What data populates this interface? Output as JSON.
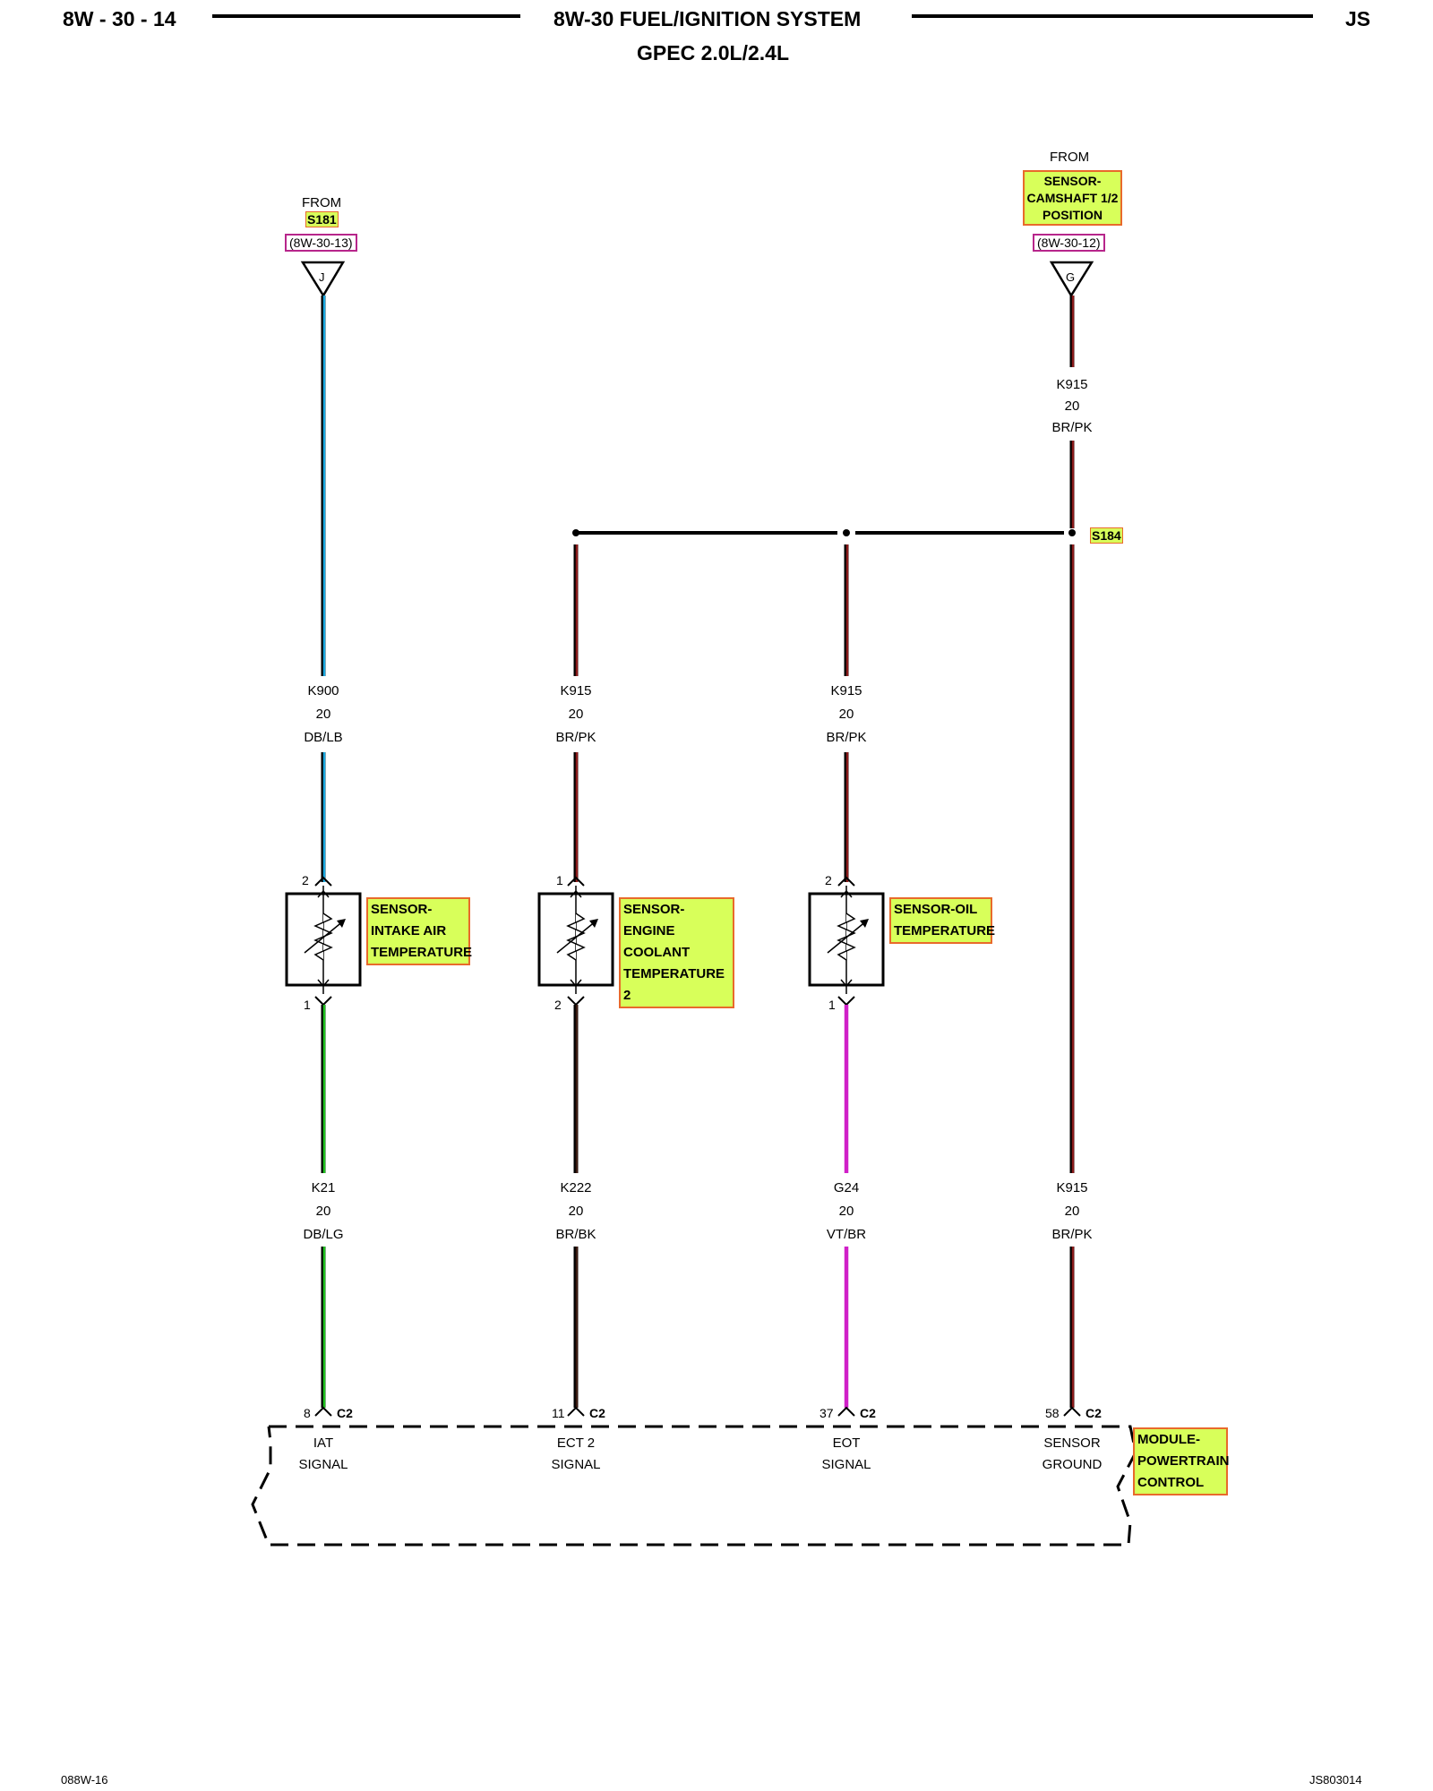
{
  "header": {
    "page_ref": "8W - 30 - 14",
    "title": "8W-30 FUEL/IGNITION SYSTEM",
    "subtitle": "GPEC 2.0L/2.4L",
    "model": "JS"
  },
  "footer": {
    "left_code": "088W-16",
    "right_code": "JS803014"
  },
  "sources": {
    "s181": {
      "from": "FROM",
      "splice": "S181",
      "ref": "(8W-30-13)",
      "connector": "J"
    },
    "cam": {
      "from": "FROM",
      "name": "SENSOR-CAMSHAFT 1/2 POSITION",
      "ref": "(8W-30-12)",
      "connector": "G"
    }
  },
  "splice_s184": "S184",
  "wires": {
    "k900_top": {
      "circuit": "K900",
      "gauge": "20",
      "color_code": "DB/LB",
      "color": "#1aa8e0"
    },
    "ect_top": {
      "circuit": "K915",
      "gauge": "20",
      "color_code": "BR/PK",
      "color": "#8a1a1a"
    },
    "eot_top": {
      "circuit": "K915",
      "gauge": "20",
      "color_code": "BR/PK",
      "color": "#8a1a1a"
    },
    "cam_top": {
      "circuit": "K915",
      "gauge": "20",
      "color_code": "BR/PK",
      "color": "#8a1a1a"
    },
    "k21": {
      "circuit": "K21",
      "gauge": "20",
      "color_code": "DB/LG",
      "color": "#1fc21f"
    },
    "k222": {
      "circuit": "K222",
      "gauge": "20",
      "color_code": "BR/BK",
      "color": "#3a1a10"
    },
    "g24": {
      "circuit": "G24",
      "gauge": "20",
      "color_code": "VT/BR",
      "color": "#d020c8"
    },
    "k915_bottom": {
      "circuit": "K915",
      "gauge": "20",
      "color_code": "BR/PK",
      "color": "#8a1a1a"
    }
  },
  "sensors": [
    {
      "name": "SENSOR-INTAKE AIR TEMPERATURE",
      "pin_top": "2",
      "pin_bottom": "1"
    },
    {
      "name": "SENSOR-ENGINE COOLANT TEMPERATURE 2",
      "pin_top": "1",
      "pin_bottom": "2"
    },
    {
      "name": "SENSOR-OIL TEMPERATURE",
      "pin_top": "2",
      "pin_bottom": "1"
    }
  ],
  "module": {
    "name": "MODULE-POWERTRAIN CONTROL",
    "connector": "C2",
    "pins": [
      {
        "pin": "8",
        "label1": "IAT",
        "label2": "SIGNAL"
      },
      {
        "pin": "11",
        "label1": "ECT 2",
        "label2": "SIGNAL"
      },
      {
        "pin": "37",
        "label1": "EOT",
        "label2": "SIGNAL"
      },
      {
        "pin": "58",
        "label1": "SENSOR",
        "label2": "GROUND"
      }
    ]
  }
}
